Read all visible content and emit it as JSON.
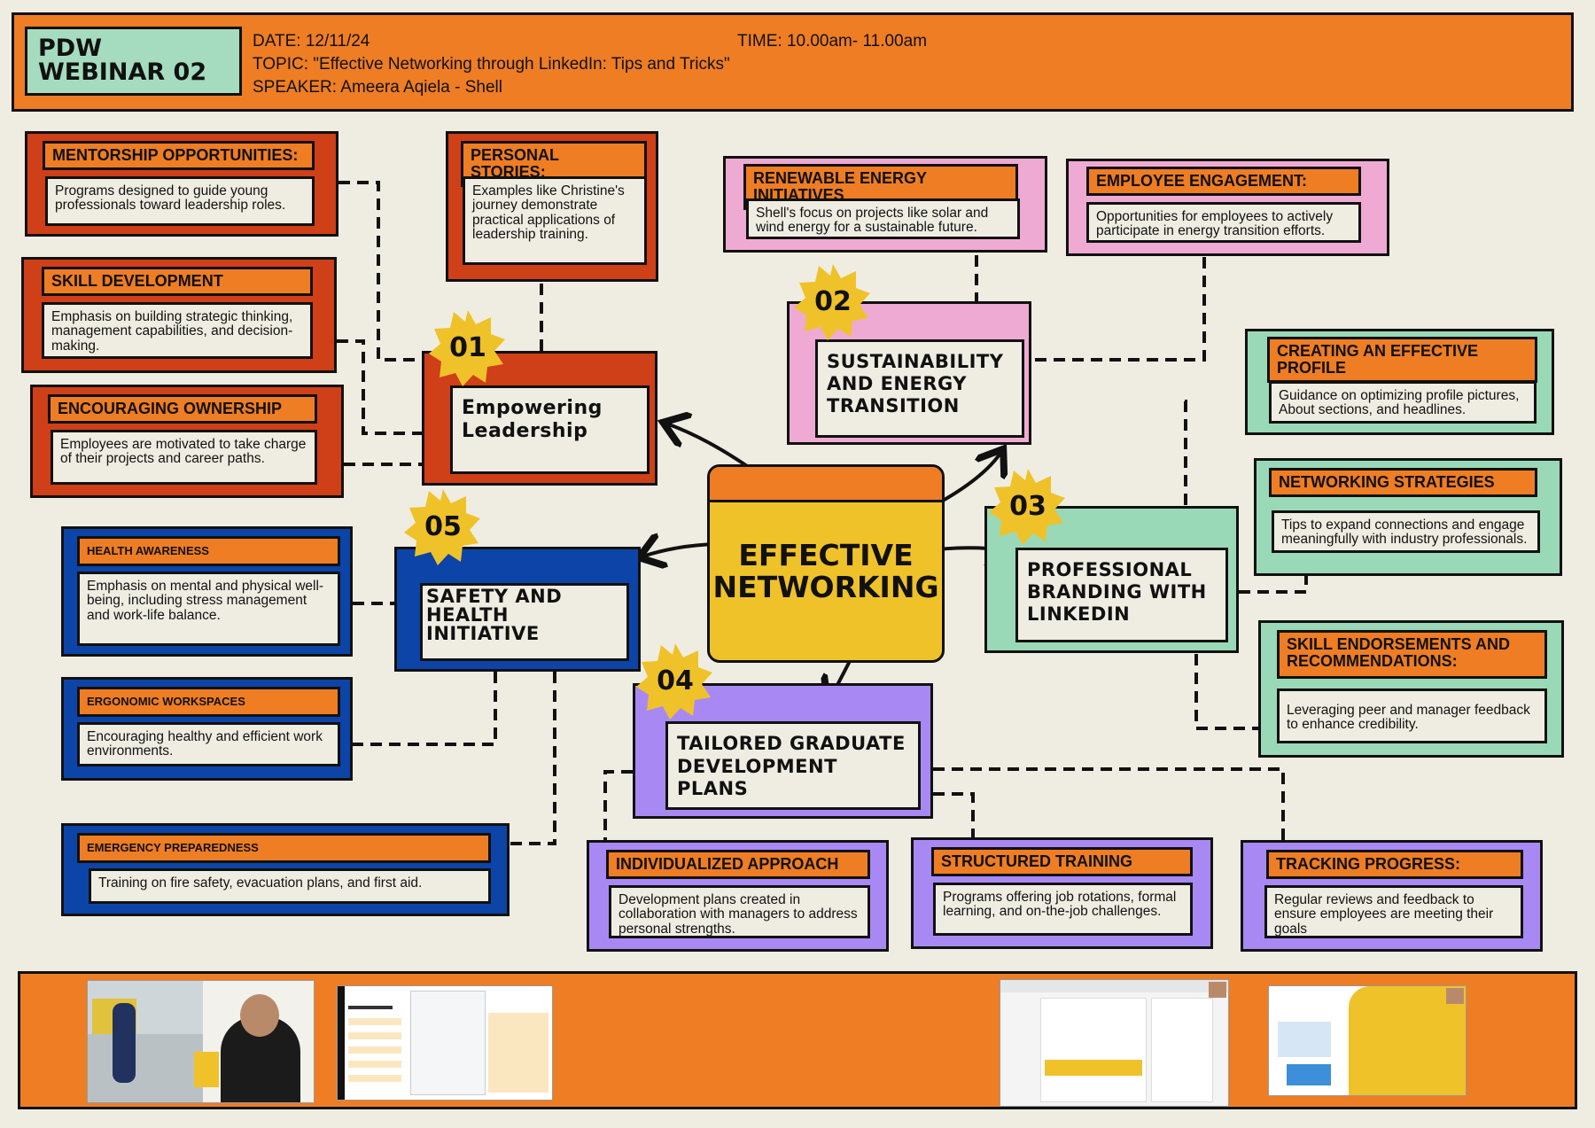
{
  "header": {
    "badge_line1": "PDW",
    "badge_line2": "WEBINAR 02",
    "date": "DATE: 12/11/24",
    "topic": "TOPIC: \"Effective Networking through LinkedIn: Tips and Tricks\"",
    "speaker": "SPEAKER: Ameera Aqiela - Shell",
    "time": "TIME: 10.00am- 11.00am"
  },
  "center": {
    "line1": "EFFECTIVE",
    "line2": "NETWORKING"
  },
  "sections": {
    "s01": {
      "number": "01",
      "title": "Empowering Leadership"
    },
    "s02": {
      "number": "02",
      "title": "SUSTAINABILITY AND ENERGY TRANSITION"
    },
    "s03": {
      "number": "03",
      "title": "PROFESSIONAL BRANDING WITH LINKEDIN"
    },
    "s04": {
      "number": "04",
      "title": "TAILORED GRADUATE DEVELOPMENT PLANS"
    },
    "s05": {
      "number": "05",
      "title": "SAFETY AND HEALTH INITIATIVE"
    }
  },
  "cards": {
    "mentorship": {
      "heading": "MENTORSHIP OPPORTUNITIES:",
      "text": "Programs designed to guide young professionals toward leadership roles."
    },
    "skill_dev": {
      "heading": "SKILL DEVELOPMENT",
      "text": "Emphasis on building strategic thinking, management capabilities, and decision-making."
    },
    "ownership": {
      "heading": "ENCOURAGING OWNERSHIP",
      "text": "Employees are motivated to take charge of their projects and career paths."
    },
    "personal": {
      "heading": "PERSONAL STORIES:",
      "text": "Examples like Christine's journey demonstrate practical applications of leadership training."
    },
    "renewable": {
      "heading": "RENEWABLE ENERGY INITIATIVES",
      "text": "Shell's focus on projects like solar and wind energy for a sustainable future."
    },
    "engagement": {
      "heading": "EMPLOYEE ENGAGEMENT:",
      "text": "Opportunities for employees to actively participate in energy transition efforts."
    },
    "profile": {
      "heading": "CREATING AN EFFECTIVE PROFILE",
      "text": "Guidance on optimizing profile pictures, About sections, and headlines."
    },
    "networking": {
      "heading": "NETWORKING STRATEGIES",
      "text": "Tips to expand connections and engage meaningfully with industry professionals."
    },
    "endorse": {
      "heading": "SKILL ENDORSEMENTS AND RECOMMENDATIONS:",
      "text": "Leveraging peer and manager feedback to enhance credibility."
    },
    "health": {
      "heading": "HEALTH AWARENESS",
      "text": "Emphasis on mental and physical well-being, including stress management and work-life balance."
    },
    "ergonomic": {
      "heading": "ERGONOMIC WORKSPACES",
      "text": "Encouraging healthy and efficient work environments."
    },
    "emergency": {
      "heading": "EMERGENCY PREPAREDNESS",
      "text": "Training on fire safety, evacuation plans, and first aid."
    },
    "individual": {
      "heading": "INDIVIDUALIZED APPROACH",
      "text": "Development plans created in collaboration with managers to address personal strengths."
    },
    "structured": {
      "heading": "STRUCTURED TRAINING",
      "text": "Programs offering job rotations, formal learning, and on-the-job challenges."
    },
    "tracking": {
      "heading": "TRACKING PROGRESS:",
      "text": "Regular reviews and feedback to ensure employees are meeting their goals"
    }
  },
  "colors": {
    "orange": "#ee7d24",
    "red": "#cf3f18",
    "pink": "#eeaad2",
    "green": "#99d9b7",
    "blue": "#0c44a8",
    "purple": "#a889f4",
    "yellow": "#f0c22a",
    "cream": "#efede2",
    "mint": "#a5dcbf"
  }
}
